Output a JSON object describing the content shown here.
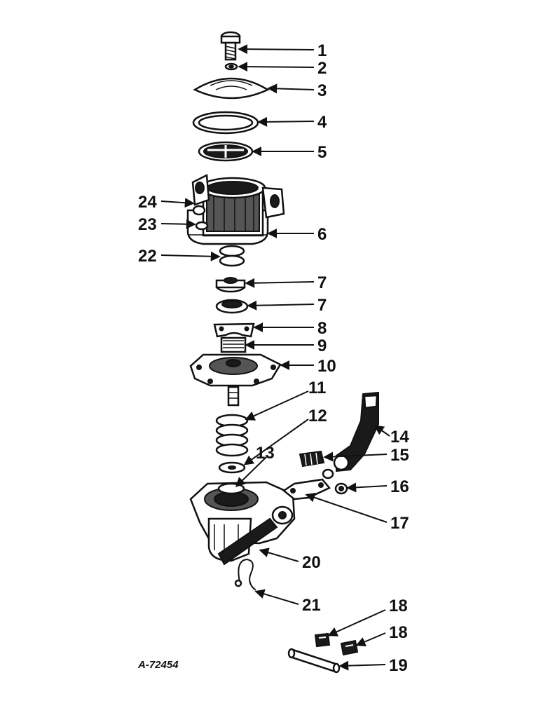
{
  "reference_number": "A-72454",
  "callouts": [
    {
      "id": "c1",
      "label": "1"
    },
    {
      "id": "c2",
      "label": "2"
    },
    {
      "id": "c3",
      "label": "3"
    },
    {
      "id": "c4",
      "label": "4"
    },
    {
      "id": "c5",
      "label": "5"
    },
    {
      "id": "c24",
      "label": "24"
    },
    {
      "id": "c23",
      "label": "23"
    },
    {
      "id": "c6",
      "label": "6"
    },
    {
      "id": "c22",
      "label": "22"
    },
    {
      "id": "c7a",
      "label": "7"
    },
    {
      "id": "c7b",
      "label": "7"
    },
    {
      "id": "c8",
      "label": "8"
    },
    {
      "id": "c9",
      "label": "9"
    },
    {
      "id": "c10",
      "label": "10"
    },
    {
      "id": "c11",
      "label": "11"
    },
    {
      "id": "c12",
      "label": "12"
    },
    {
      "id": "c13",
      "label": "13"
    },
    {
      "id": "c14",
      "label": "14"
    },
    {
      "id": "c15",
      "label": "15"
    },
    {
      "id": "c16",
      "label": "16"
    },
    {
      "id": "c17",
      "label": "17"
    },
    {
      "id": "c20",
      "label": "20"
    },
    {
      "id": "c21",
      "label": "21"
    },
    {
      "id": "c18a",
      "label": "18"
    },
    {
      "id": "c18b",
      "label": "18"
    },
    {
      "id": "c19",
      "label": "19"
    }
  ]
}
